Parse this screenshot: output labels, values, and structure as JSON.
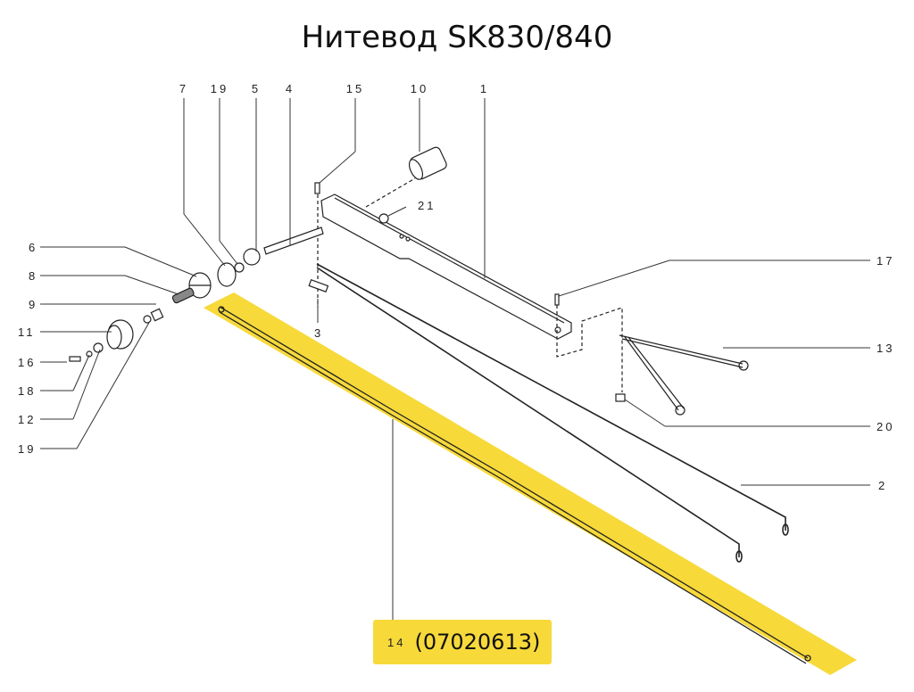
{
  "title": "Нитевод SK830/840",
  "highlight_color": "#f7d93a",
  "highlighted_part": {
    "number": "14",
    "code": "(07020613)"
  },
  "labels": {
    "top": [
      "7",
      "19",
      "5",
      "4",
      "15",
      "10",
      "1"
    ],
    "left": [
      "6",
      "8",
      "9",
      "11",
      "16",
      "18",
      "12",
      "19"
    ],
    "right": [
      "17",
      "13",
      "20",
      "2"
    ],
    "inline": [
      "21",
      "3"
    ]
  }
}
